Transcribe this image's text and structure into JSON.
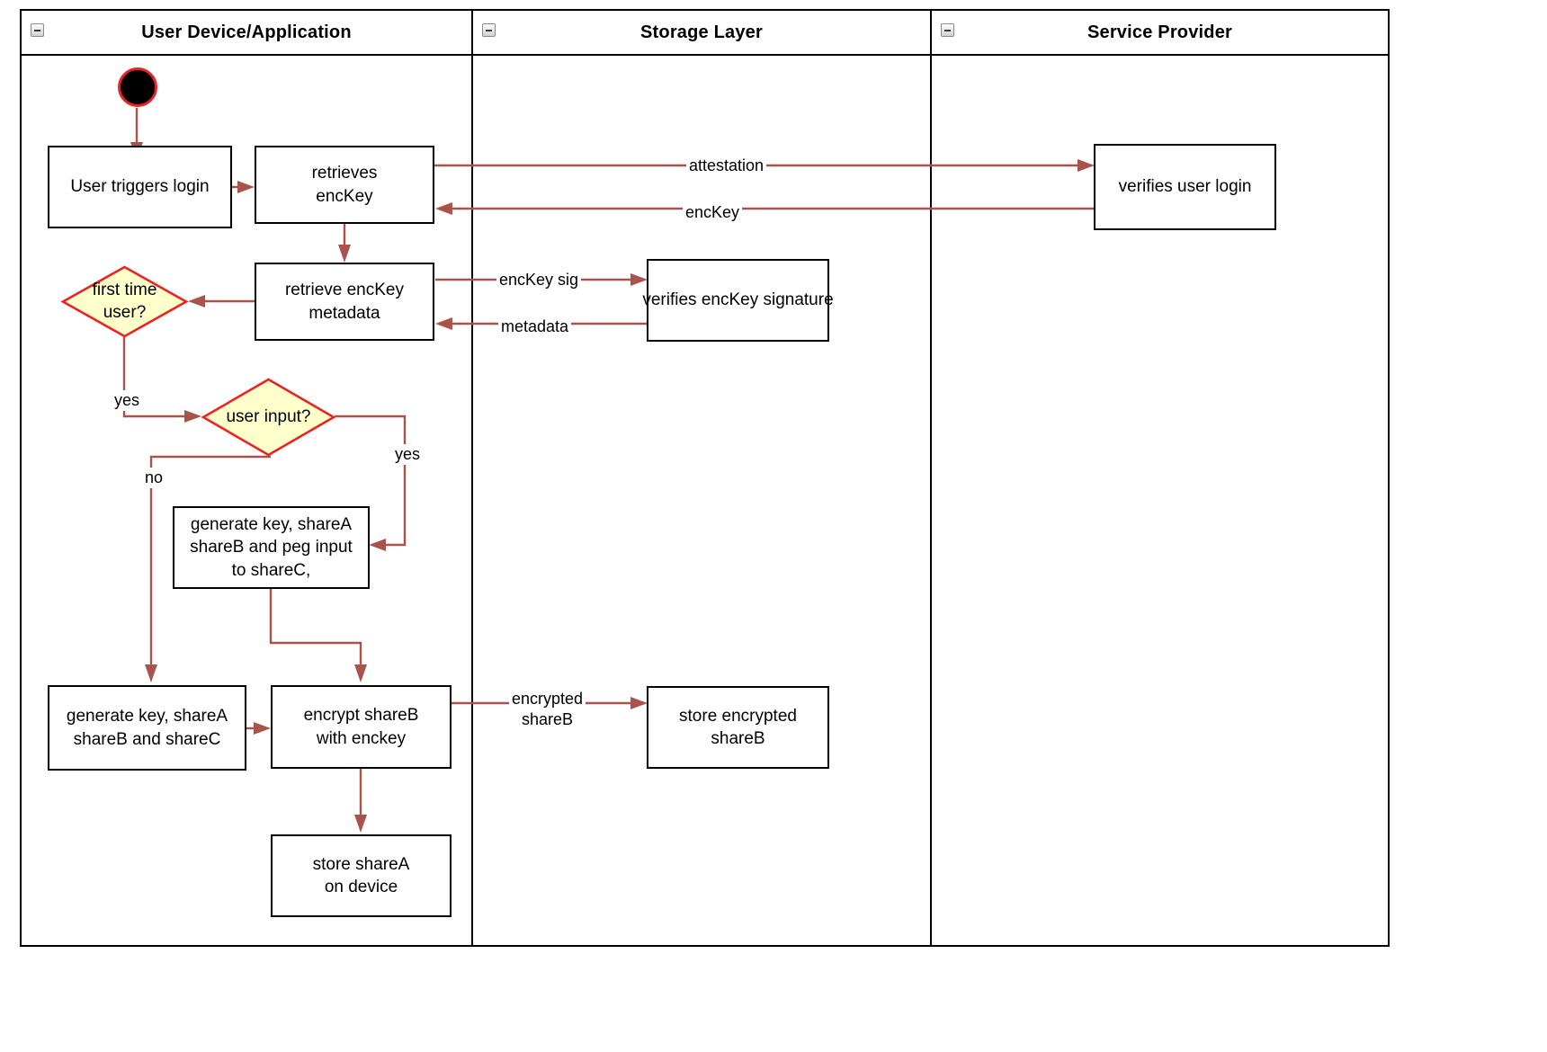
{
  "diagram": {
    "title": "Login / key-share activity diagram",
    "colors": {
      "edge": "#a8544c",
      "decision_fill": "#ffffcc",
      "decision_border": "#ee2222",
      "node_border": "#000000",
      "start_node_fill": "#000000",
      "start_node_ring": "#ee2222"
    }
  },
  "lanes": [
    {
      "id": "user-device",
      "title": "User Device/Application",
      "collapse_icon": "minus-icon"
    },
    {
      "id": "storage-layer",
      "title": "Storage Layer",
      "collapse_icon": "minus-icon"
    },
    {
      "id": "service-provider",
      "title": "Service Provider",
      "collapse_icon": "minus-icon"
    }
  ],
  "nodes": {
    "start": {
      "name": "start-node",
      "label": ""
    },
    "user_triggers_login": {
      "label": "User triggers login"
    },
    "retrieves_enckey": {
      "label": "retrieves\nencKey"
    },
    "verifies_user_login": {
      "label": "verifies user login"
    },
    "retrieve_enckey_metadata": {
      "label": "retrieve encKey\nmetadata"
    },
    "verifies_enckey_signature": {
      "label": "verifies encKey signature"
    },
    "first_time_user": {
      "label": "first time\nuser?"
    },
    "user_input": {
      "label": "user input?"
    },
    "generate_key_peg": {
      "label": "generate key, shareA\nshareB and peg input\nto shareC,"
    },
    "generate_key_shares": {
      "label": "generate key, shareA\nshareB and shareC"
    },
    "encrypt_shareb": {
      "label": "encrypt shareB\nwith enckey"
    },
    "store_encrypted_shareb": {
      "label": "store encrypted\nshareB"
    },
    "store_sharea": {
      "label": "store shareA\non device"
    }
  },
  "edge_labels": {
    "attestation": "attestation",
    "enckey": "encKey",
    "enckey_sig": "encKey sig",
    "metadata": "metadata",
    "yes_first_time": "yes",
    "yes_user_input": "yes",
    "no_user_input": "no",
    "encrypted_shareb": "encrypted\nshareB"
  }
}
